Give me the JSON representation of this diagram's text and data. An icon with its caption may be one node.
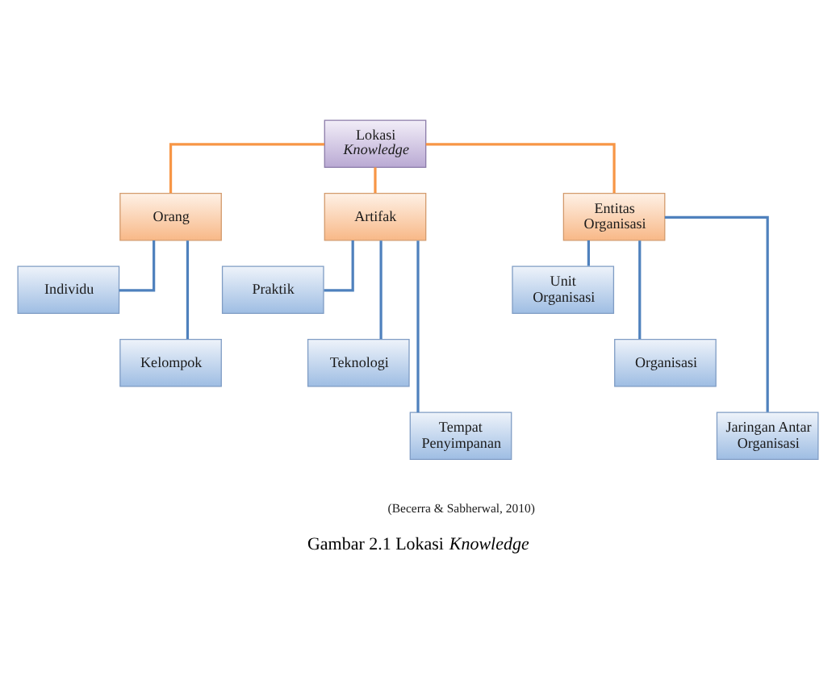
{
  "diagram": {
    "caption": "Gambar 2.1 Lokasi *Knowledge*",
    "nodes": [
      {
        "text": [
          "Lokasi *Knowledge*"
        ]
      },
      {
        "text": [
          "Orang"
        ]
      },
      {
        "text": [
          "Artifak"
        ]
      },
      {
        "text": [
          "Entitas Organisasi"
        ]
      },
      {
        "text": [
          "Individu"
        ]
      },
      {
        "text": [
          "Praktik"
        ]
      },
      {
        "text": [
          "Unit Organisasi"
        ]
      },
      {
        "text": [
          "Kelompok"
        ]
      },
      {
        "text": [
          "Teknologi"
        ]
      },
      {
        "text": [
          "Organisasi"
        ]
      },
      {
        "text": [
          "Tempat Penyimpanan"
        ]
      },
      {
        "text": [
          "Jaringan Antar Organisasi"
        ]
      }
    ],
    "edges": [
      {
        "from": 0,
        "to": 1,
        "arrow": "none",
        "color": "#f79646"
      },
      {
        "from": 0,
        "to": 2,
        "arrow": "none",
        "color": "#f79646"
      },
      {
        "from": 0,
        "to": 3,
        "arrow": "none",
        "color": "#f79646"
      },
      {
        "from": 1,
        "to": 4,
        "arrow": "none"
      },
      {
        "from": 1,
        "to": 7,
        "arrow": "none"
      },
      {
        "from": 2,
        "to": 5,
        "arrow": "none"
      },
      {
        "from": 2,
        "to": 8,
        "arrow": "none"
      },
      {
        "from": 2,
        "to": 10,
        "arrow": "none"
      },
      {
        "from": 3,
        "to": 6,
        "arrow": "none"
      },
      {
        "from": 3,
        "to": 9,
        "arrow": "none"
      },
      {
        "from": 3,
        "to": 11,
        "arrow": "none"
      }
    ],
    "labels": [
      "(Becerra & Sabherwal, 2010)"
    ]
  }
}
